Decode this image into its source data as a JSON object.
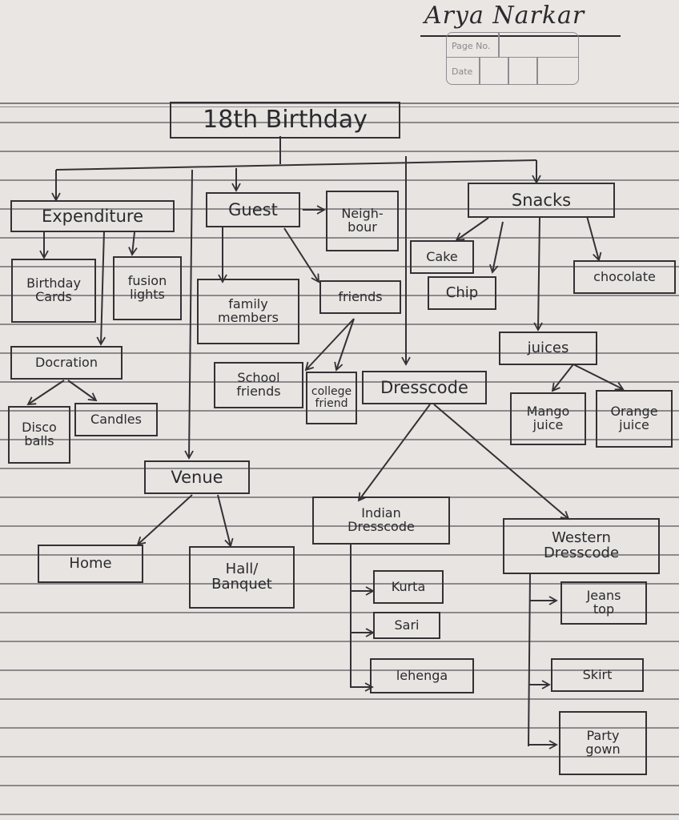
{
  "header": {
    "author": "Arya Narkar",
    "page_no_label": "Page No.",
    "date_label": "Date"
  },
  "diagram": {
    "root": "18th Birthday",
    "nodes": {
      "expenditure": "Expenditure",
      "birthday_cards": "Birthday\nCards",
      "fusion_lights": "fusion\nlights",
      "decoration": "Docration",
      "disco_balls": "Disco\nballs",
      "candles": "Candles",
      "guest": "Guest",
      "neighbour": "Neigh-\nbour",
      "family_members": "family\nmembers",
      "friends": "friends",
      "school_friends": "School\nfriends",
      "college_friend": "college\nfriend",
      "snacks": "Snacks",
      "cake": "Cake",
      "chip": "Chip",
      "chocolate": "chocolate",
      "juices": "juices",
      "mango_juice": "Mango\njuice",
      "orange_juice": "Orange\njuice",
      "dresscode": "Dresscode",
      "indian_dresscode": "Indian\nDresscode",
      "kurta": "Kurta",
      "sari": "Sari",
      "lehenga": "lehenga",
      "western_dresscode": "Western\nDresscode",
      "jeans_top": "Jeans\ntop",
      "skirt": "Skirt",
      "party_gown": "Party\ngown",
      "venue": "Venue",
      "home": "Home",
      "hall_banquet": "Hall/\nBanquet"
    },
    "edges": [
      [
        "18th Birthday",
        "Expenditure"
      ],
      [
        "18th Birthday",
        "Guest"
      ],
      [
        "18th Birthday",
        "Snacks"
      ],
      [
        "18th Birthday",
        "Venue"
      ],
      [
        "18th Birthday",
        "Dresscode"
      ],
      [
        "Expenditure",
        "Birthday Cards"
      ],
      [
        "Expenditure",
        "fusion lights"
      ],
      [
        "Expenditure",
        "Docration"
      ],
      [
        "Docration",
        "Disco balls"
      ],
      [
        "Docration",
        "Candles"
      ],
      [
        "Guest",
        "Neighbour"
      ],
      [
        "Guest",
        "family members"
      ],
      [
        "Guest",
        "friends"
      ],
      [
        "friends",
        "School friends"
      ],
      [
        "friends",
        "college friend"
      ],
      [
        "Snacks",
        "Cake"
      ],
      [
        "Snacks",
        "Chip"
      ],
      [
        "Snacks",
        "chocolate"
      ],
      [
        "Snacks",
        "juices"
      ],
      [
        "juices",
        "Mango juice"
      ],
      [
        "juices",
        "Orange juice"
      ],
      [
        "Dresscode",
        "Indian Dresscode"
      ],
      [
        "Dresscode",
        "Western Dresscode"
      ],
      [
        "Indian Dresscode",
        "Kurta"
      ],
      [
        "Indian Dresscode",
        "Sari"
      ],
      [
        "Indian Dresscode",
        "lehenga"
      ],
      [
        "Western Dresscode",
        "Jeans top"
      ],
      [
        "Western Dresscode",
        "Skirt"
      ],
      [
        "Western Dresscode",
        "Party gown"
      ],
      [
        "Venue",
        "Home"
      ],
      [
        "Venue",
        "Hall/Banquet"
      ]
    ]
  }
}
